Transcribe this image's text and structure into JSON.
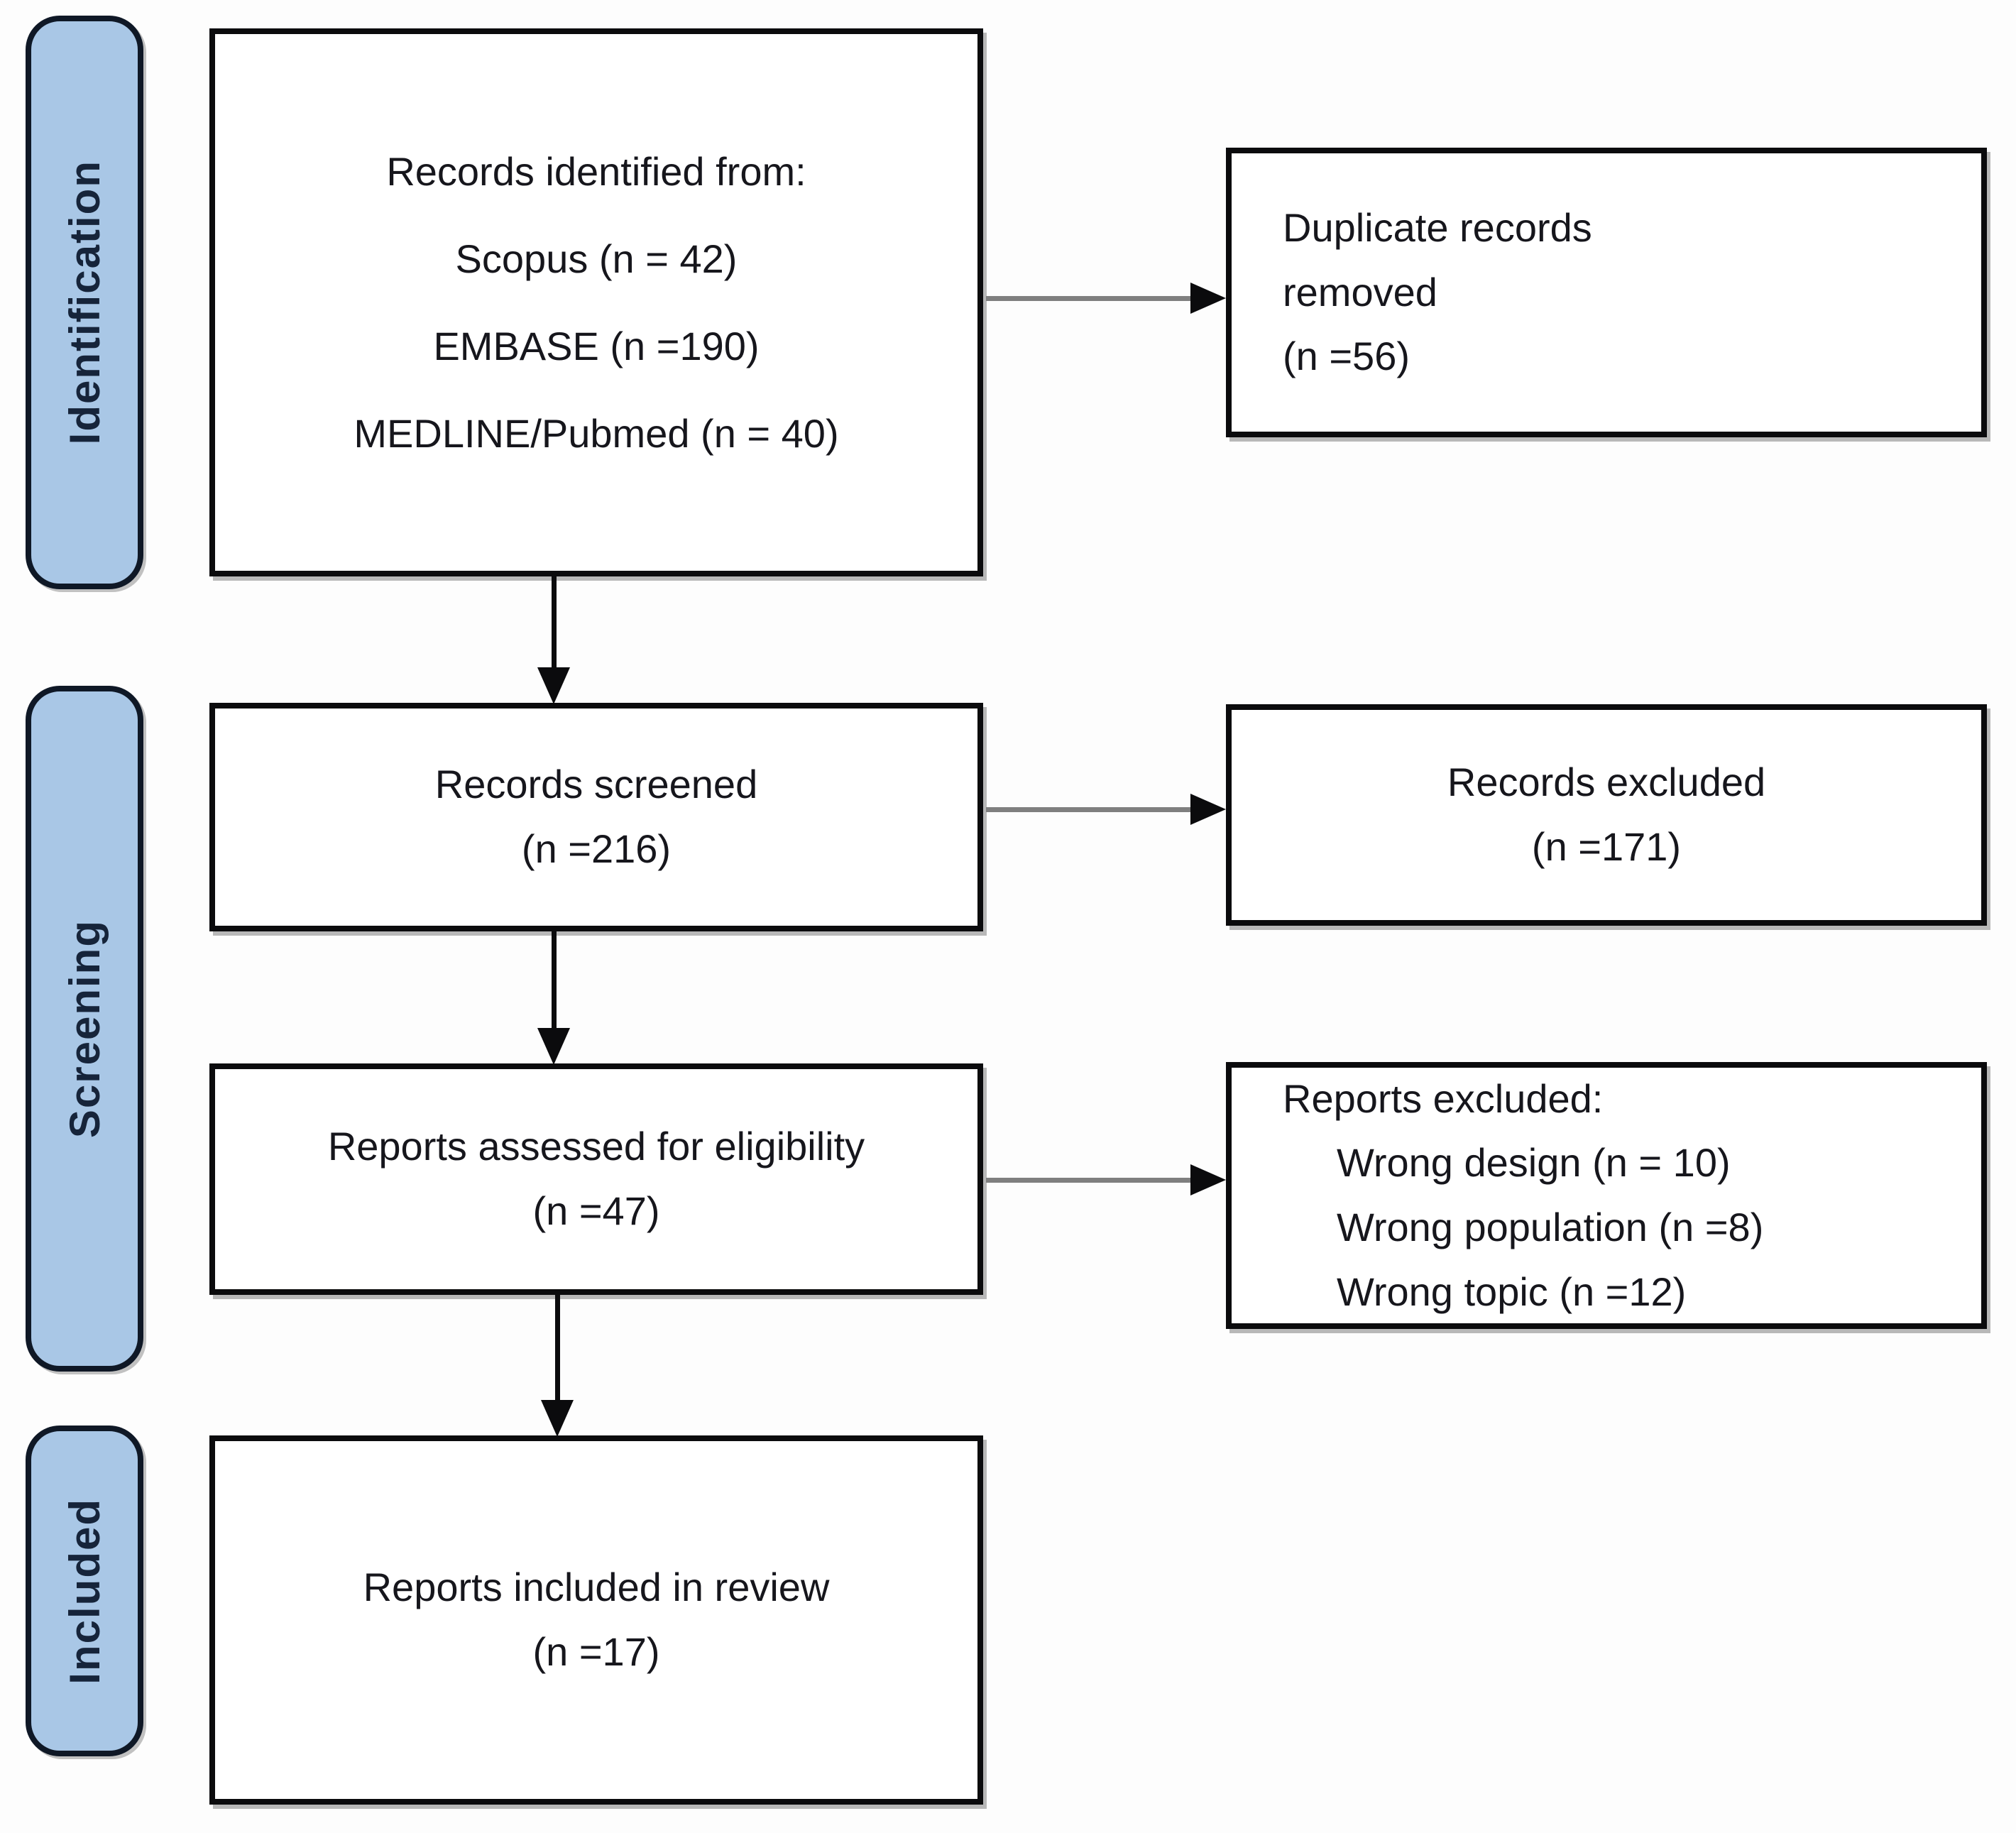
{
  "stages": [
    {
      "label": "Identification"
    },
    {
      "label": "Screening"
    },
    {
      "label": "Included"
    }
  ],
  "boxes": {
    "identified": {
      "lines": [
        "Records identified from:",
        "Scopus (n = 42)",
        "EMBASE (n =190)",
        "MEDLINE/Pubmed (n = 40)"
      ]
    },
    "duplicates": {
      "lines": [
        "Duplicate records",
        "removed",
        "(n =56)"
      ]
    },
    "screened": {
      "lines": [
        "Records screened",
        "(n =216)"
      ]
    },
    "excluded_records": {
      "lines": [
        "Records excluded",
        "(n =171)"
      ]
    },
    "assessed": {
      "lines": [
        "Reports assessed for eligibility",
        "(n =47)"
      ]
    },
    "excluded_reports": {
      "lines": [
        "Reports excluded:",
        "Wrong design (n = 10)",
        "Wrong population (n =8)",
        "Wrong topic (n =12)"
      ]
    },
    "included": {
      "lines": [
        "Reports included in review",
        "(n =17)"
      ]
    }
  },
  "colors": {
    "stage_fill": "#a9c7e6",
    "stage_border": "#0f1826",
    "stage_text": "#16243a",
    "box_border": "#0b0b0d",
    "box_text": "#16161c",
    "arrow_shaft_gray": "#7f7f7f",
    "arrow_black": "#0b0b0d",
    "background": "#fdfdfd"
  }
}
